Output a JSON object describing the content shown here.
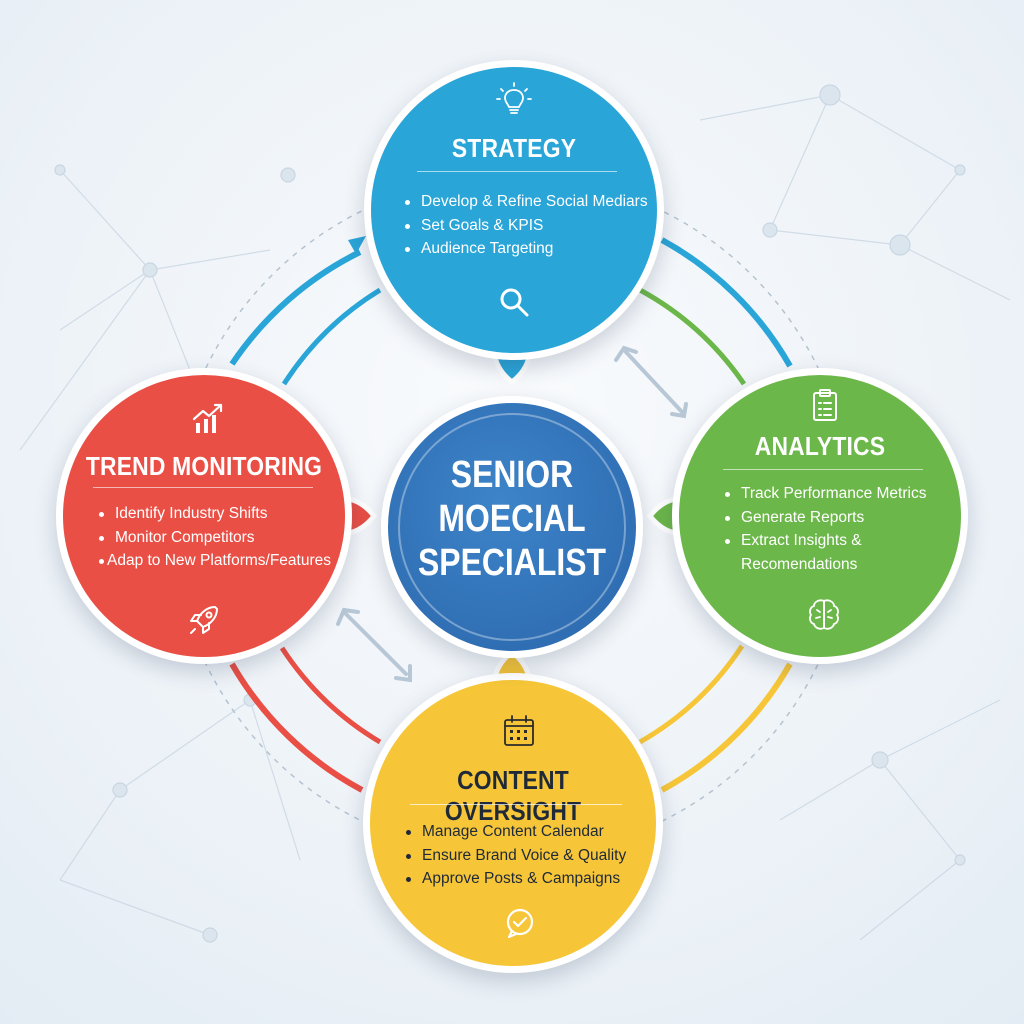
{
  "center": {
    "lines": [
      "SENIOR",
      "MOECIAL",
      "SPECIALIST"
    ],
    "color": "#2b6cb0"
  },
  "nodes": {
    "strategy": {
      "title": "STRATEGY",
      "items": [
        "Develop & Refine Social Mediars",
        "Set Goals & KPIS",
        "Audience Targeting"
      ],
      "icons": [
        "lightbulb-icon",
        "magnifier-icon"
      ],
      "color": "#2aa5d8"
    },
    "trend": {
      "title": "TREND MONITORING",
      "items": [
        "Identify Industry Shifts",
        "Monitor Competitors",
        "Adap to New Platforms/Features"
      ],
      "icons": [
        "trending-chart-icon",
        "rocket-icon"
      ],
      "color": "#e94f45"
    },
    "analytics": {
      "title": "ANALYTICS",
      "items": [
        "Track Performance Metrics",
        "Generate Reports",
        "Extract Insights &",
        "Recomendations"
      ],
      "icons": [
        "clipboard-icon",
        "brain-icon"
      ],
      "color": "#6cb74a"
    },
    "content": {
      "title": "CONTENT OVERSIGHT",
      "items": [
        "Manage Content Calendar",
        "Ensure Brand Voice & Quality",
        "Approve Posts & Campaigns"
      ],
      "icons": [
        "calendar-icon",
        "checkmark-icon"
      ],
      "color": "#f6c638"
    }
  }
}
